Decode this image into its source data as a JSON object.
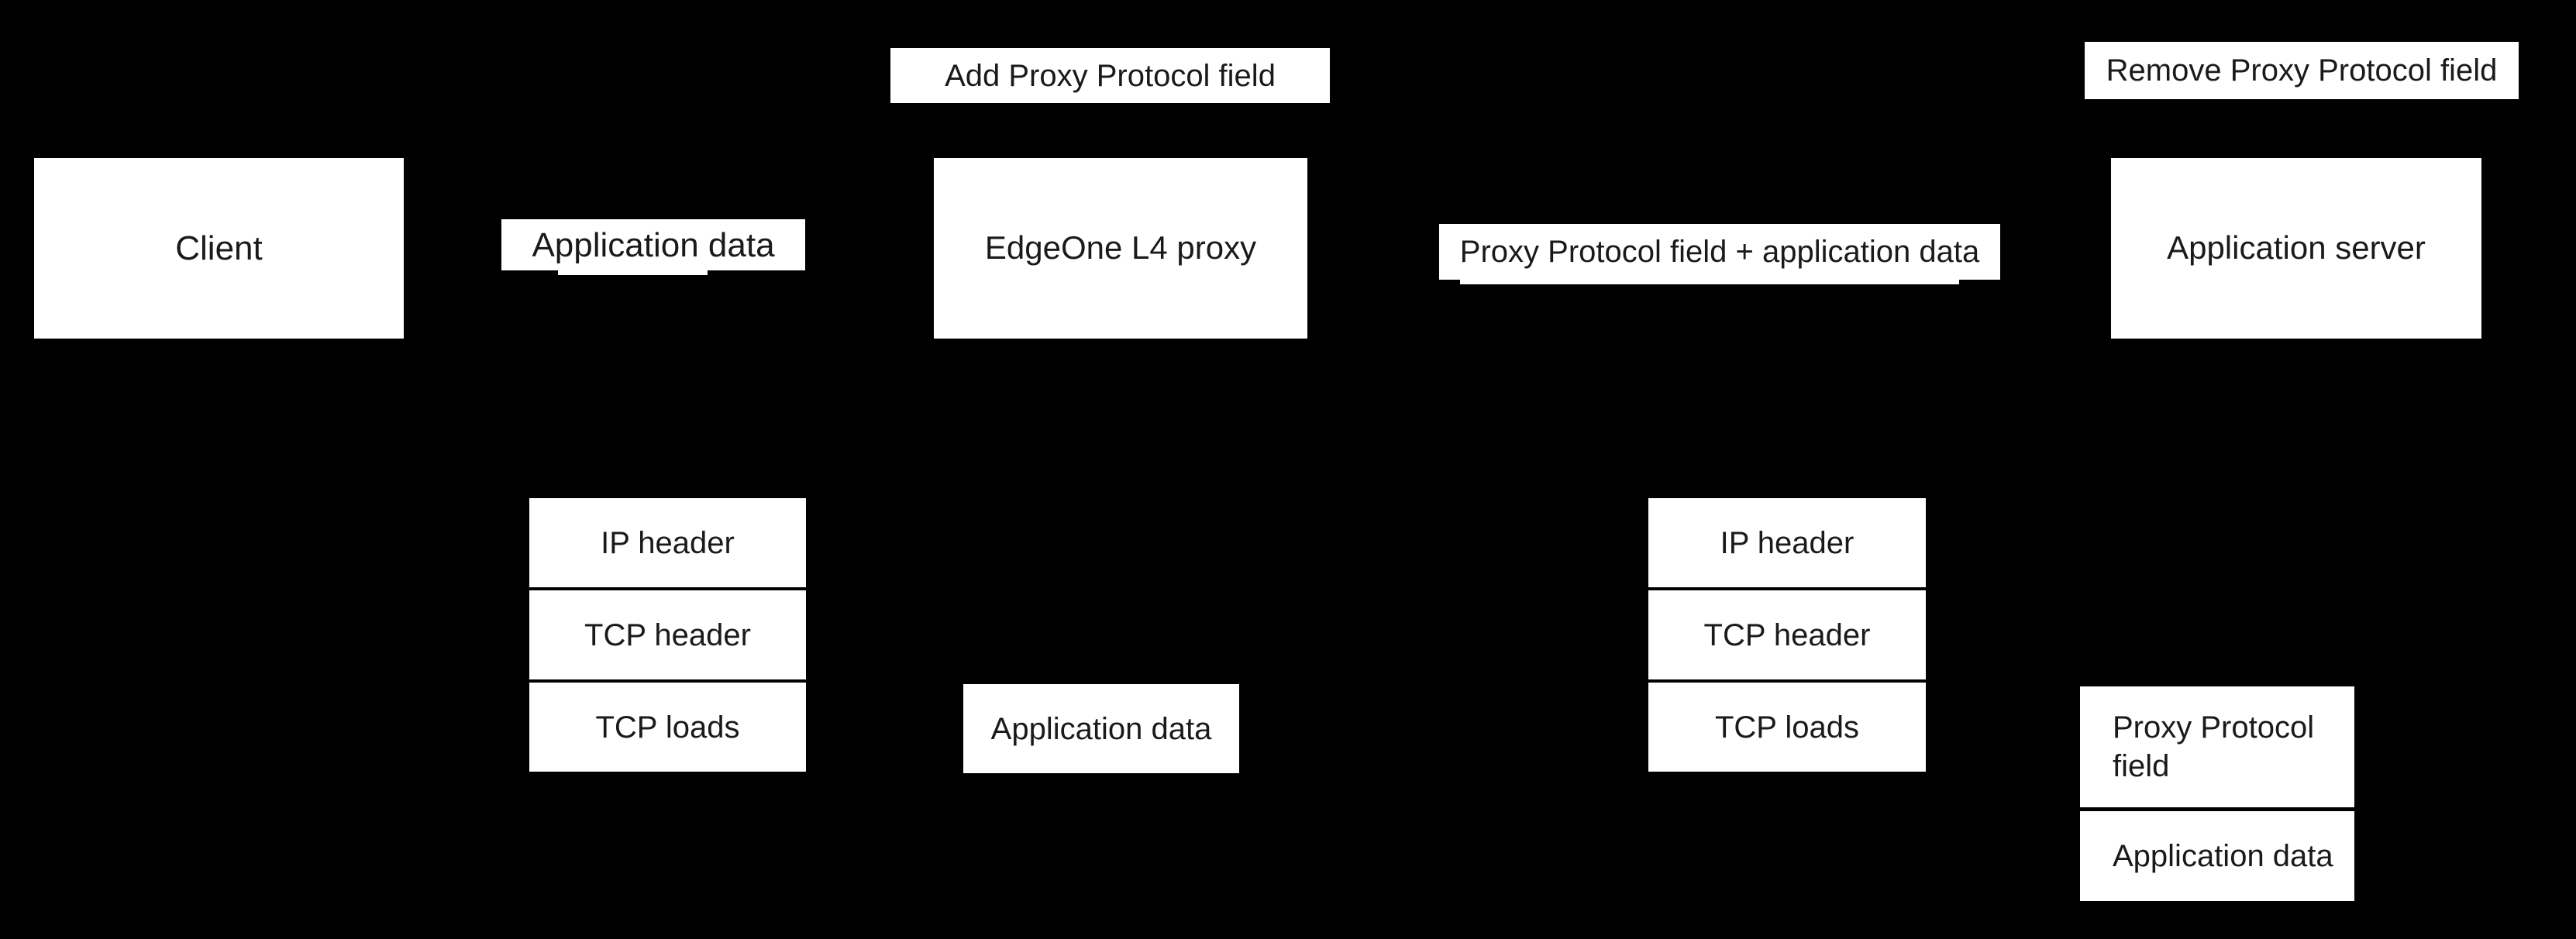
{
  "diagram": {
    "title_implicit": "EdgeOne L4 proxy Proxy Protocol flow",
    "colors": {
      "background": "#000000",
      "box_fill": "#ffffff",
      "text": "#1a1a1a"
    },
    "actions": {
      "add_label": "Add Proxy Protocol field",
      "remove_label": "Remove Proxy Protocol field"
    },
    "nodes": {
      "client": "Client",
      "edgeone": "EdgeOne L4 proxy",
      "app_server": "Application server"
    },
    "flow_labels": {
      "client_to_edgeone": "Application data",
      "edgeone_to_server": "Proxy Protocol field + application data"
    },
    "packets": {
      "client_stack": [
        "IP header",
        "TCP header",
        "TCP loads"
      ],
      "edgeone_payload": "Application data",
      "server_stack": [
        "IP header",
        "TCP header",
        "TCP loads"
      ],
      "server_payload": [
        "Proxy Protocol field",
        "Application data"
      ]
    }
  }
}
